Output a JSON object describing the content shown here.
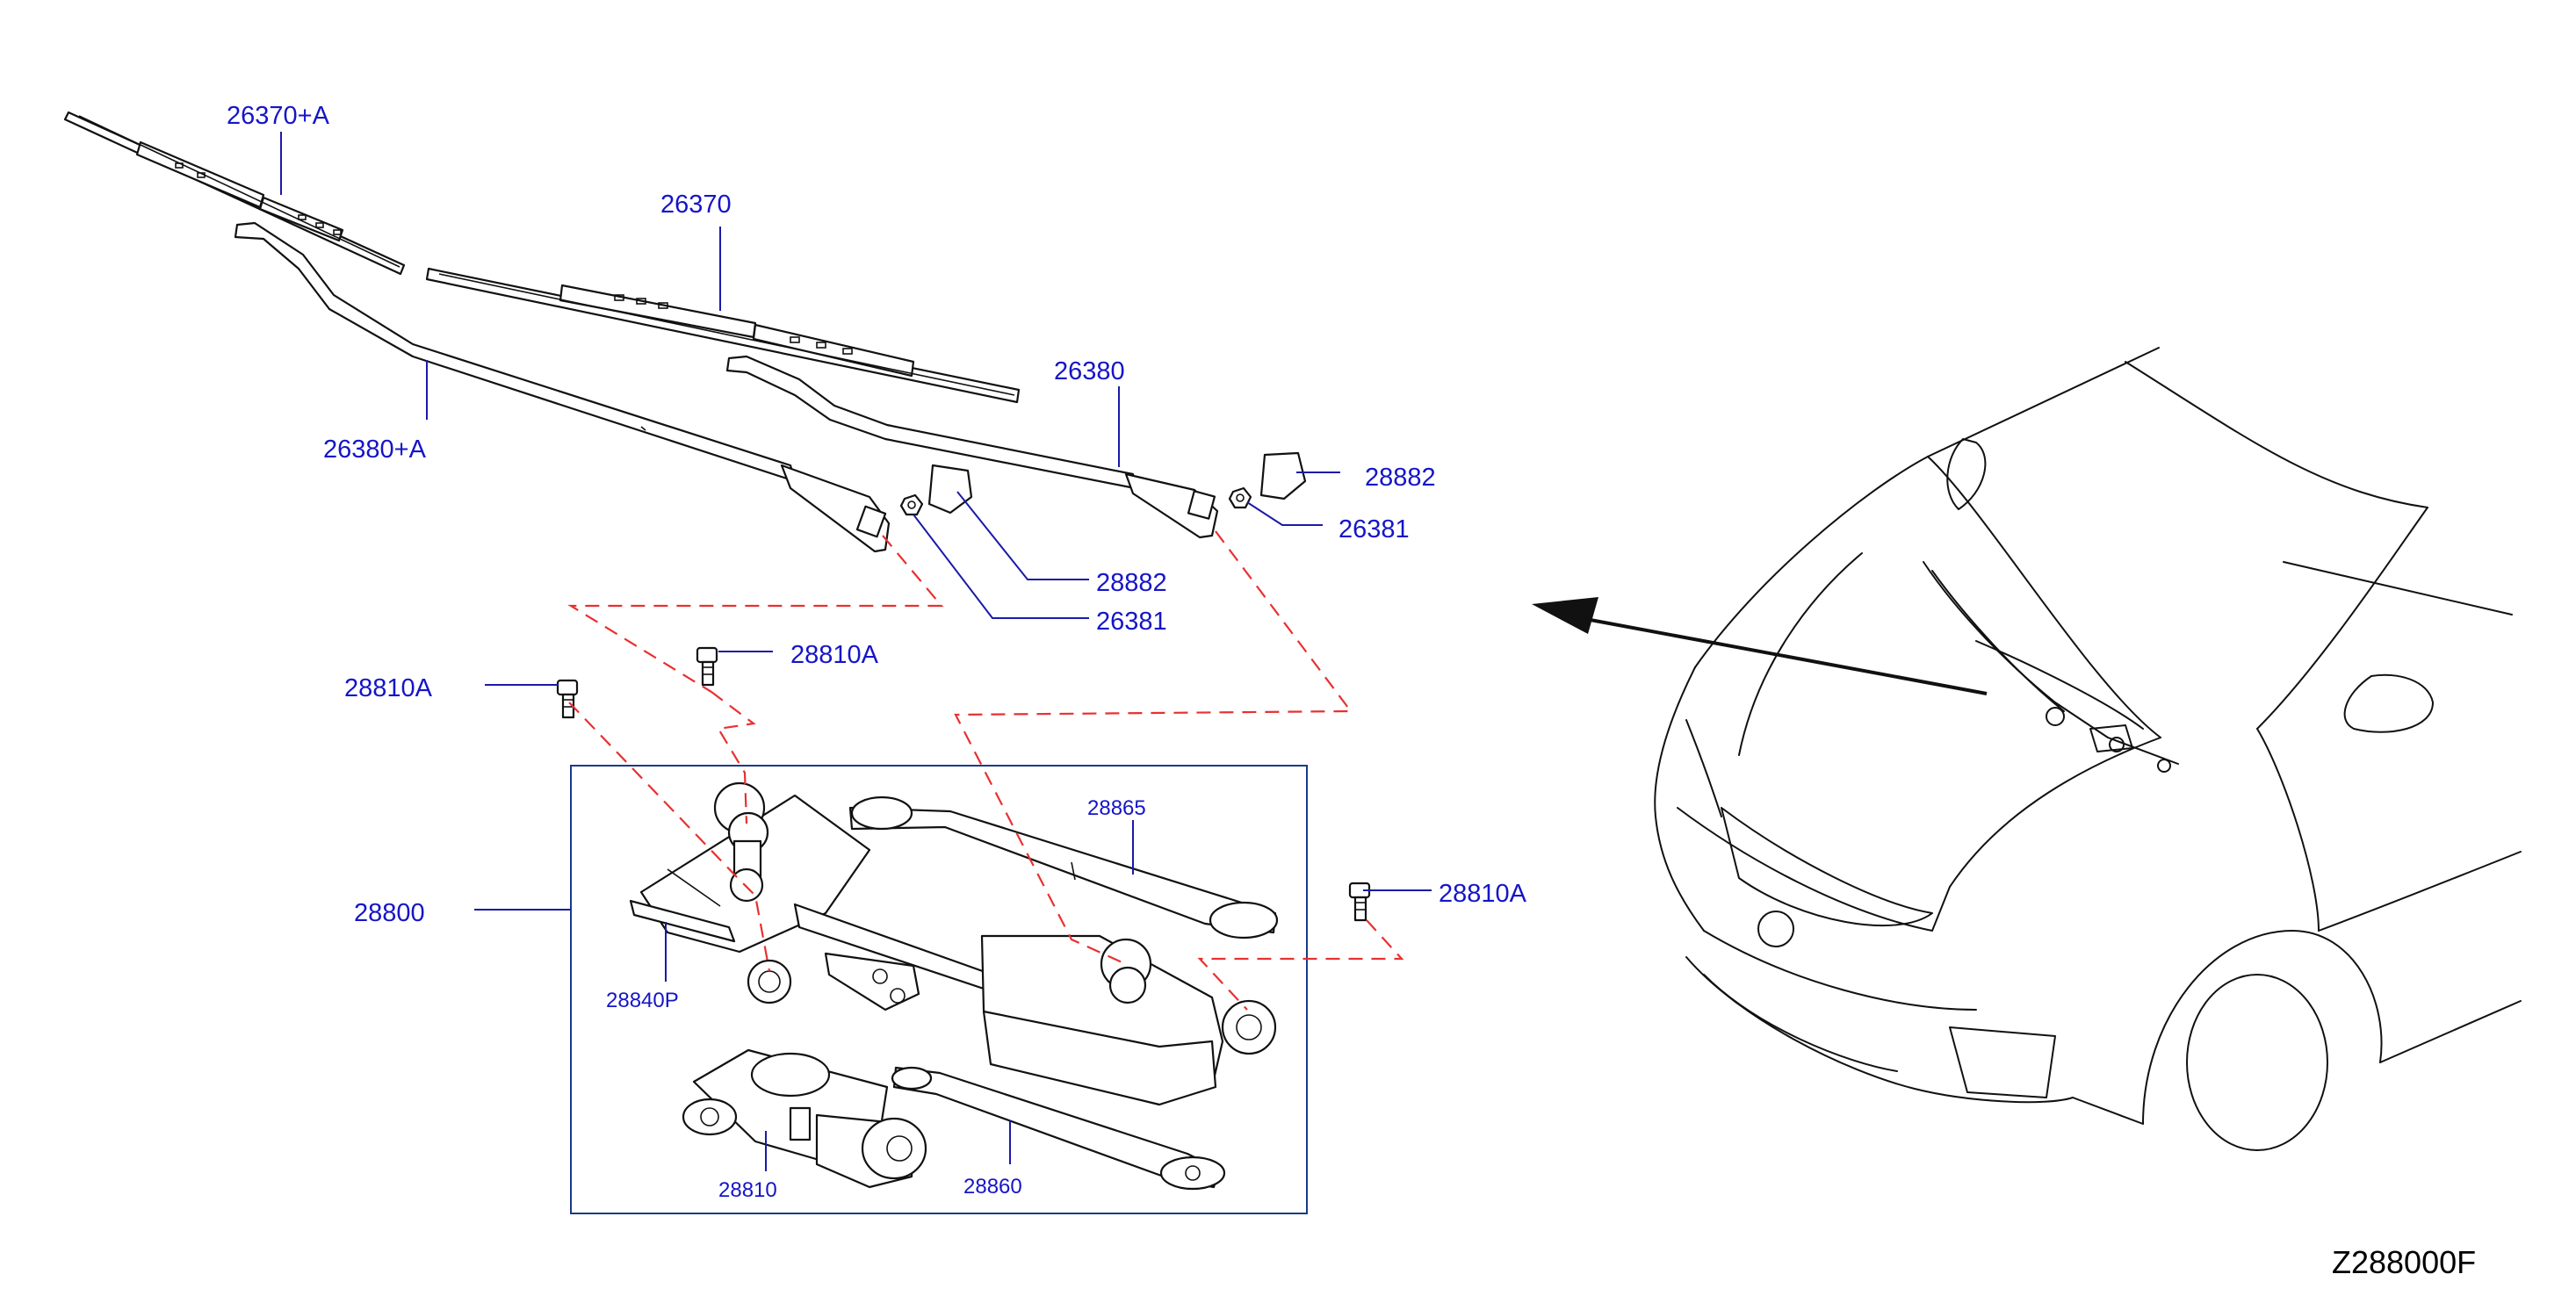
{
  "diagram": {
    "labels": {
      "blade_lh": "26370+A",
      "blade_rh": "26370",
      "arm_lh": "26380+A",
      "arm_rh": "26380",
      "cap_rh": "28882",
      "cap_lh": "28882",
      "nut_rh": "26381",
      "nut_lh": "26381",
      "bolt_a": "28810A",
      "bolt_b": "28810A",
      "bolt_c": "28810A",
      "assembly": "28800",
      "link_upper": "28865",
      "pivot": "28840P",
      "motor": "28810",
      "link_lower": "28860"
    },
    "diagram_code": "Z288000F",
    "colors": {
      "label": "#1515c8",
      "leader": "#1a1aa8",
      "dashed_guide": "#e83030",
      "line_art": "#111111"
    }
  }
}
